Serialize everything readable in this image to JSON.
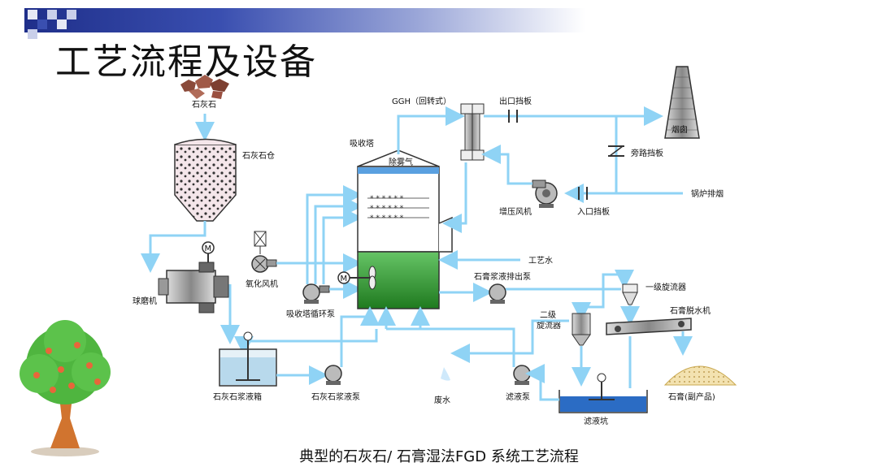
{
  "slide": {
    "title": "工艺流程及设备",
    "caption": "典型的石灰石/ 石膏湿法FGD 系统工艺流程"
  },
  "labels": {
    "limestone": "石灰石",
    "limestone_silo": "石灰石仓",
    "ball_mill": "球磨机",
    "oxidation_fan": "氧化风机",
    "absorber_circ_pump": "吸收塔循环泵",
    "absorber": "吸收塔",
    "demister": "除雾气",
    "ggh": "GGH（回转式）",
    "outlet_damper": "出口挡板",
    "chimney": "烟囱",
    "bypass_damper": "旁路挡板",
    "boiler_flue_gas": "锅炉排烟",
    "booster_fan": "增压风机",
    "inlet_damper": "入口挡板",
    "process_water": "工艺水",
    "gypsum_discharge_pump": "石膏浆液排出泵",
    "primary_cyclone": "一级旋流器",
    "gypsum_dewatering": "石膏脱水机",
    "secondary_cyclone_1": "二级",
    "secondary_cyclone_2": "旋流器",
    "gypsum_byproduct": "石膏(副产品)",
    "limestone_slurry_tank": "石灰石浆液箱",
    "limestone_slurry_pump": "石灰石浆液泵",
    "waste_water": "废水",
    "filtrate_pump": "滤液泵",
    "filtrate_pit": "滤液坑",
    "motor_1": "M",
    "motor_2": "M"
  },
  "colors": {
    "pipe": "#8fd3f5",
    "slurry": "#2e9a2e",
    "header_bar": "#1f2f8a"
  }
}
